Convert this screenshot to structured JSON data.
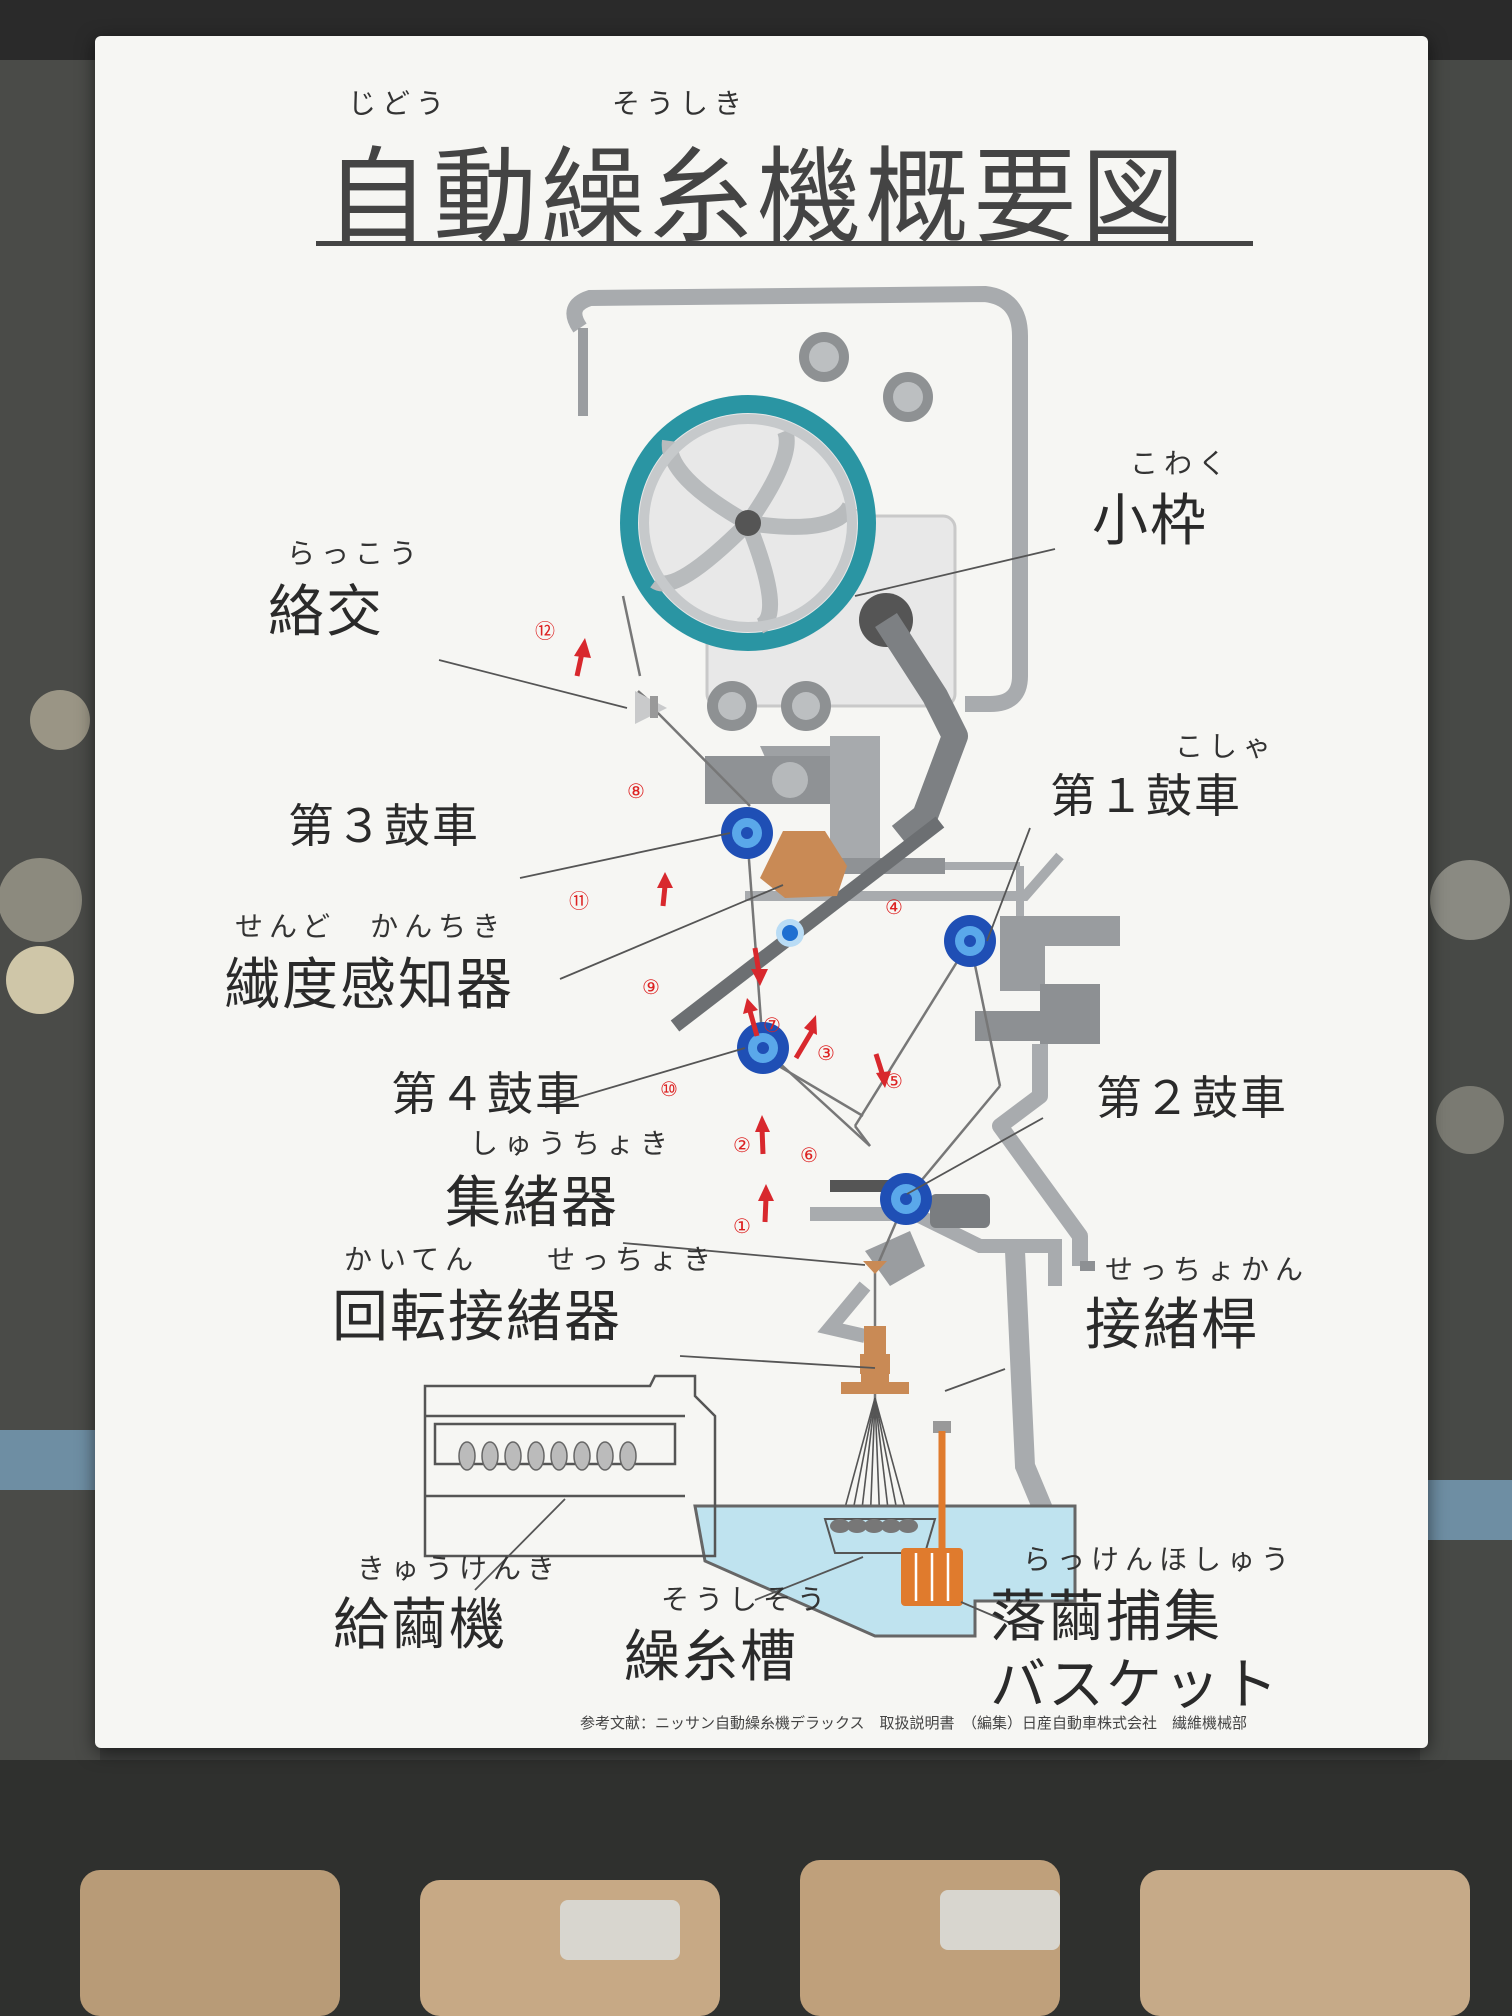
{
  "title": {
    "ruby_left": "じどう",
    "ruby_right": "そうしき",
    "text": "自動繰糸機概要図"
  },
  "labels": {
    "kowaku": {
      "ruby": "こわく",
      "text": "小枠"
    },
    "rakkou": {
      "ruby": "らっこう",
      "text": "絡交"
    },
    "daisan": {
      "text": "第３鼓車"
    },
    "daiichi": {
      "ruby": "こしゃ",
      "text": "第１鼓車"
    },
    "sendo": {
      "ruby": "せんど　かんちき",
      "text": "繊度感知器"
    },
    "daiyon": {
      "text": "第４鼓車"
    },
    "daini": {
      "text": "第２鼓車"
    },
    "shuchoki": {
      "ruby": "しゅうちょき",
      "text": "集緒器"
    },
    "kaiten": {
      "ruby": "かいてん　　せっちょき",
      "text": "回転接緒器"
    },
    "setchokan": {
      "ruby": "せっちょかん",
      "text": "接緒桿"
    },
    "kyukenki": {
      "ruby": "きゅうけんき",
      "text": "給繭機"
    },
    "soshiso": {
      "ruby": "そうしそう",
      "text": "繰糸槽"
    },
    "rakken": {
      "ruby": "らっけんほしゅう",
      "line1": "落繭捕集",
      "line2": "バスケット"
    }
  },
  "step_numbers": [
    "①",
    "②",
    "③",
    "④",
    "⑤",
    "⑥",
    "⑦",
    "⑧",
    "⑨",
    "⑩",
    "⑪",
    "⑫"
  ],
  "reference": "参考文献：ニッサン自動繰糸機デラックス　取扱説明書　（編集）日産自動車株式会社　繊維機械部",
  "colors": {
    "wheel_teal": "#2a95a3",
    "roller_blue": "#1f4fb5",
    "arrow_red": "#d8282d",
    "copper": "#c98a55",
    "water": "#bfe3ef",
    "machine_gray": "#a8abae"
  }
}
